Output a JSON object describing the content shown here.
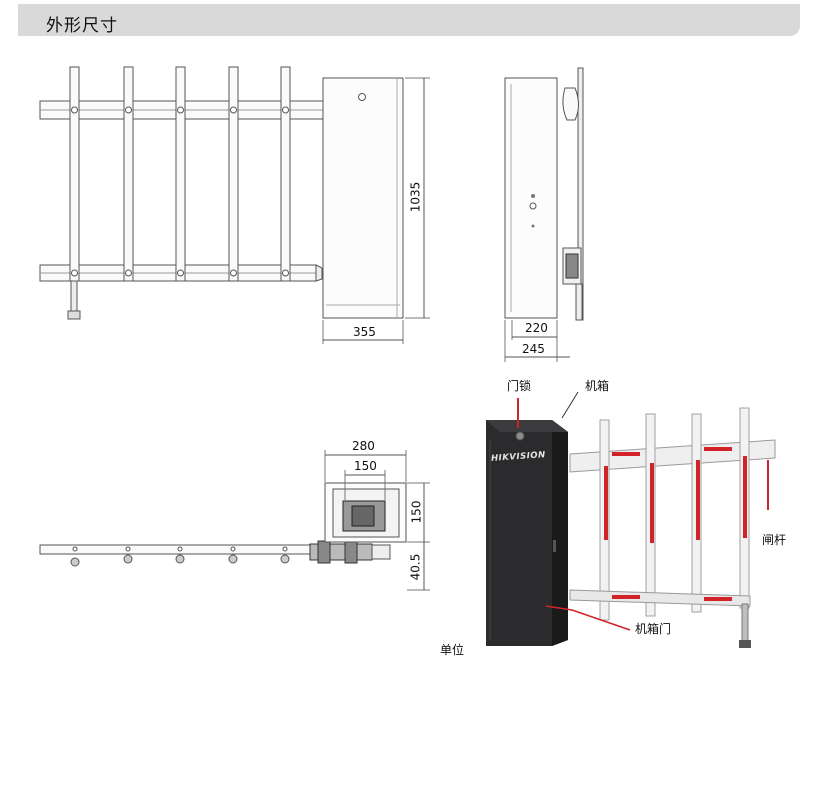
{
  "header": {
    "title": "外形尺寸"
  },
  "dimensions": {
    "height": "1035",
    "front_width": "355",
    "side_inner": "220",
    "side_outer": "245",
    "top_width": "280",
    "top_inner": "150",
    "top_depth": "150",
    "top_offset": "40.5"
  },
  "callouts": {
    "door_lock": "门锁",
    "cabinet": "机箱",
    "gate_arm": "闸杆",
    "cabinet_door": "机箱门",
    "unit": "单位"
  },
  "brand": {
    "logo_text": "HIKVISION",
    "accent": "#d2232a",
    "cabinet_color": "#2b2b2d"
  }
}
